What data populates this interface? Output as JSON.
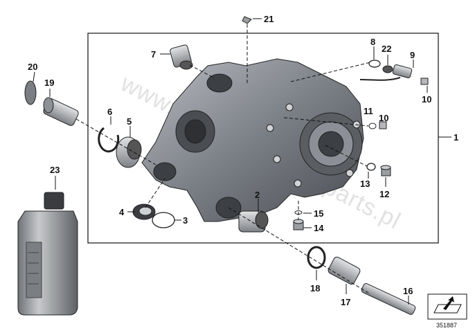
{
  "callouts": [
    {
      "id": "1",
      "label": "1"
    },
    {
      "id": "2",
      "label": "2"
    },
    {
      "id": "3",
      "label": "3"
    },
    {
      "id": "4",
      "label": "4"
    },
    {
      "id": "5",
      "label": "5"
    },
    {
      "id": "6",
      "label": "6"
    },
    {
      "id": "7",
      "label": "7"
    },
    {
      "id": "8",
      "label": "8"
    },
    {
      "id": "9",
      "label": "9"
    },
    {
      "id": "10a",
      "label": "10"
    },
    {
      "id": "10b",
      "label": "10"
    },
    {
      "id": "11",
      "label": "11"
    },
    {
      "id": "12",
      "label": "12"
    },
    {
      "id": "13",
      "label": "13"
    },
    {
      "id": "14",
      "label": "14"
    },
    {
      "id": "15",
      "label": "15"
    },
    {
      "id": "16",
      "label": "16"
    },
    {
      "id": "17",
      "label": "17"
    },
    {
      "id": "18",
      "label": "18"
    },
    {
      "id": "19",
      "label": "19"
    },
    {
      "id": "20",
      "label": "20"
    },
    {
      "id": "21",
      "label": "21"
    },
    {
      "id": "22",
      "label": "22"
    },
    {
      "id": "23",
      "label": "23"
    }
  ],
  "diagram_ref": "351887",
  "watermark": "www.bmw-motorrad-parts.pl",
  "colors": {
    "frame": "#111111",
    "housing_dark": "#4a4d52",
    "housing_mid": "#7b7f86",
    "housing_light": "#b9bcc1",
    "oil_bottle": "#8e9196"
  }
}
